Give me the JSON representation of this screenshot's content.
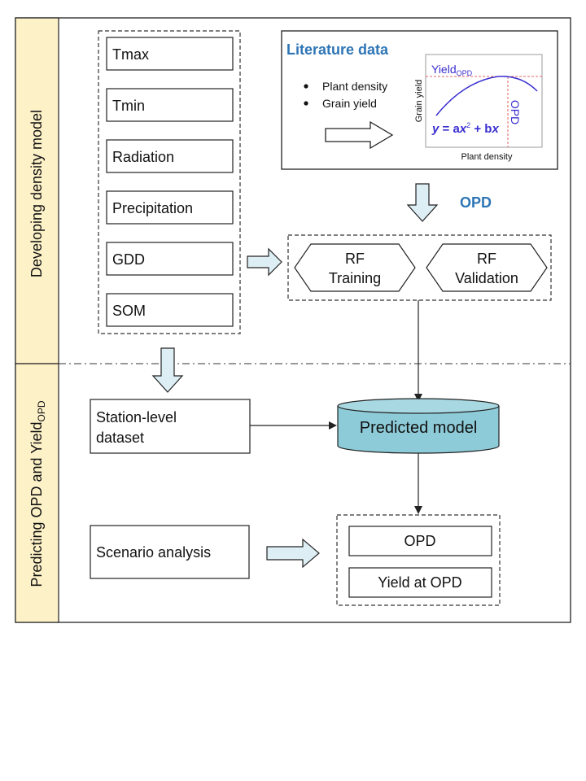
{
  "side_labels": {
    "top": "Developing density model",
    "bottom_main": "Predicting OPD and Yield",
    "bottom_sub": "OPD"
  },
  "variables": [
    "Tmax",
    "Tmin",
    "Radiation",
    "Precipitation",
    "GDD",
    "SOM"
  ],
  "literature": {
    "title": "Literature data",
    "bullets": [
      "Plant density",
      "Grain yield"
    ],
    "plot": {
      "yield_label": "Yield",
      "yield_sub": "OPD",
      "y_axis": "Grain yield",
      "x_axis": "Plant density",
      "opd_label": "OPD",
      "equation": {
        "y": "y",
        "eq": " = ",
        "a": "a",
        "x1": "x",
        "sup": "2",
        "plus": " + ",
        "b": "b",
        "x2": "x"
      }
    }
  },
  "opd_label": "OPD",
  "rf": {
    "training": [
      "RF",
      "Training"
    ],
    "validation": [
      "RF",
      "Validation"
    ]
  },
  "station_dataset": [
    "Station-level",
    "dataset"
  ],
  "predicted_model": "Predicted model",
  "scenario_analysis": "Scenario analysis",
  "outputs": [
    "OPD",
    "Yield at OPD"
  ],
  "colors": {
    "side_band": "#fdf1c8",
    "blue_text": "#2e75b6",
    "purple": "#3a2fd0",
    "arrow_fill": "#ddeef5",
    "cylinder": "#8ecbd8",
    "guide_red": "#e06666"
  }
}
